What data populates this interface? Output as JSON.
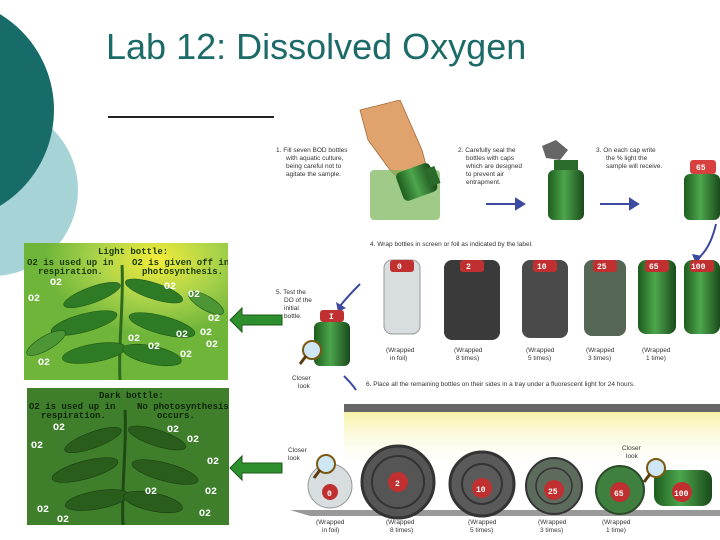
{
  "slide": {
    "title": "Lab 12: Dissolved Oxygen"
  },
  "light_panel": {
    "header": "Light bottle:",
    "left_text": [
      "O2 is used up in",
      "respiration."
    ],
    "right_text": [
      "O2 is given off in",
      "photosynthesis."
    ],
    "o2_labels": [
      "O2",
      "O2",
      "O2",
      "O2",
      "O2",
      "O2",
      "O2",
      "O2",
      "O2",
      "O2",
      "O2",
      "O2"
    ]
  },
  "dark_panel": {
    "header": "Dark bottle:",
    "left_text": [
      "O2 is used up in",
      "respiration."
    ],
    "right_text": [
      "No photosynthesis",
      "occurs."
    ],
    "o2_labels": [
      "O2",
      "O2",
      "O2",
      "O2",
      "O2",
      "O2",
      "O2",
      "O2",
      "O2",
      "O2"
    ]
  },
  "procedure": {
    "step1": [
      "1. Fill seven BOD bottles",
      "with aquatic culture,",
      "being careful not to",
      "agitate the sample."
    ],
    "step2": [
      "2. Carefully seal the",
      "bottles with caps",
      "which are designed",
      "to prevent air",
      "entrapment."
    ],
    "step3": [
      "3. On each cap write",
      "the % light the",
      "sample will receive."
    ],
    "step4": "4. Wrap bottles in screen or foil as indicated by the label.",
    "step5": [
      "5. Test the",
      "DO of the",
      "initial",
      "bottle."
    ],
    "step6": "6. Place all the remaining bottles on their sides in a tray under a fluorescent light for 24 hours.",
    "closer_look": [
      "Closer",
      "look"
    ],
    "bottle_labels_step3": [
      "65"
    ],
    "bottle_labels_step4": [
      "0",
      "2",
      "10",
      "25",
      "65",
      "100"
    ],
    "wrap_labels_step4": [
      [
        "(Wrapped",
        "in foil)"
      ],
      [
        "(Wrapped",
        "8 times)"
      ],
      [
        "(Wrapped",
        "5 times)"
      ],
      [
        "(Wrapped",
        "3 times)"
      ],
      [
        "(Wrapped",
        "1 time)"
      ]
    ],
    "initial_bottle_label": "I",
    "bottle_labels_step6": [
      "0",
      "2",
      "10",
      "25",
      "65",
      "100"
    ],
    "wrap_labels_step6": [
      [
        "(Wrapped",
        "in foil)"
      ],
      [
        "(Wrapped",
        "8 times)"
      ],
      [
        "(Wrapped",
        "5 times)"
      ],
      [
        "(Wrapped",
        "3 times)"
      ],
      [
        "(Wrapped",
        "1 time)"
      ]
    ]
  }
}
